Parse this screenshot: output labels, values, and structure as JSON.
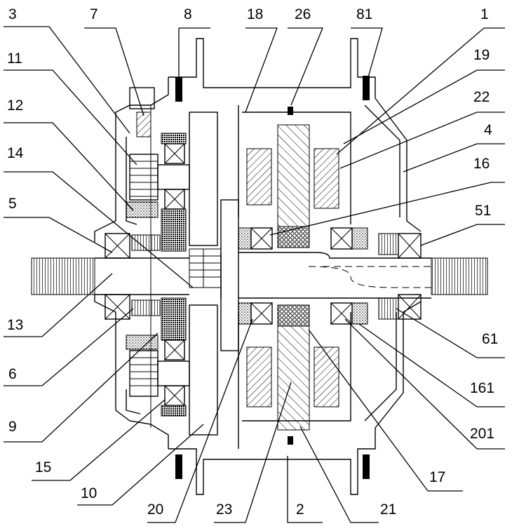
{
  "labels": {
    "l1": "1",
    "l2": "2",
    "l3": "3",
    "l4": "4",
    "l5": "5",
    "l6": "6",
    "l7": "7",
    "l8": "8",
    "l9": "9",
    "l10": "10",
    "l11": "11",
    "l12": "12",
    "l13": "13",
    "l14": "14",
    "l15": "15",
    "l16": "16",
    "l17": "17",
    "l18": "18",
    "l19": "19",
    "l20": "20",
    "l21": "21",
    "l22": "22",
    "l23": "23",
    "l26": "26",
    "l51": "51",
    "l61": "61",
    "l81": "81",
    "l161": "161",
    "l201": "201"
  },
  "colors": {
    "line": "#000000",
    "background": "#ffffff"
  }
}
